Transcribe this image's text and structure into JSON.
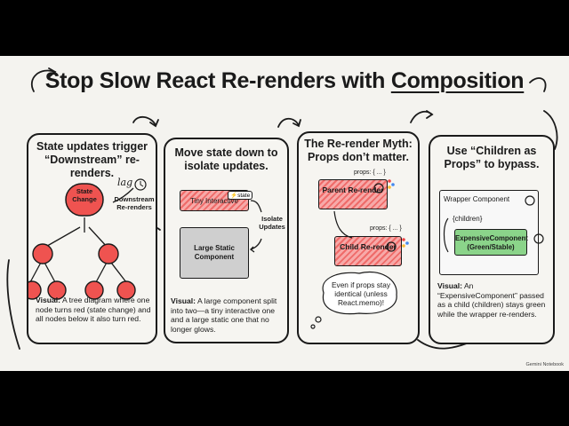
{
  "title": {
    "main": "Stop Slow React Re-renders with ",
    "highlight": "Composition"
  },
  "panels": [
    {
      "title": "State updates trigger “Downstream” re-renders.",
      "labels": {
        "state_change": "State Change",
        "lag": "lag",
        "downstream": "Downstream Re-renders"
      },
      "caption_lead": "Visual:",
      "caption": " A tree diagram where one node turns red (state change) and all nodes below it also turn red."
    },
    {
      "title": "Move state down to isolate updates.",
      "labels": {
        "tiny": "Tiny Interactive",
        "state_tag": "state",
        "isolate": "Isolate Updates",
        "large": "Large Static Component"
      },
      "caption_lead": "Visual:",
      "caption": " A large component split into two—a tiny interactive one and a large static one that no longer glows."
    },
    {
      "title": "The Re-render Myth: Props don’t matter.",
      "labels": {
        "props1": "props: { ... }",
        "parent": "Parent Re-render",
        "props2": "props: { ... }",
        "child": "Child Re-render",
        "bubble": "Even if props stay identical (unless React.memo)!"
      }
    },
    {
      "title": "Use “Children as Props” to bypass.",
      "labels": {
        "wrapper": "Wrapper Component",
        "children": "{children}",
        "expensive": "ExpensiveComponent (Green/Stable)"
      },
      "caption_lead": "Visual:",
      "caption": " An “ExpensiveComponent” passed as a child (children) stays green while the wrapper re-renders."
    }
  ],
  "footer": "Gemini Notebook",
  "colors": {
    "red": "#ef5350",
    "red_light": "#f7a9a8",
    "green": "#8bd48a",
    "gray": "#cfcfcf",
    "ink": "#1a1a1a"
  }
}
